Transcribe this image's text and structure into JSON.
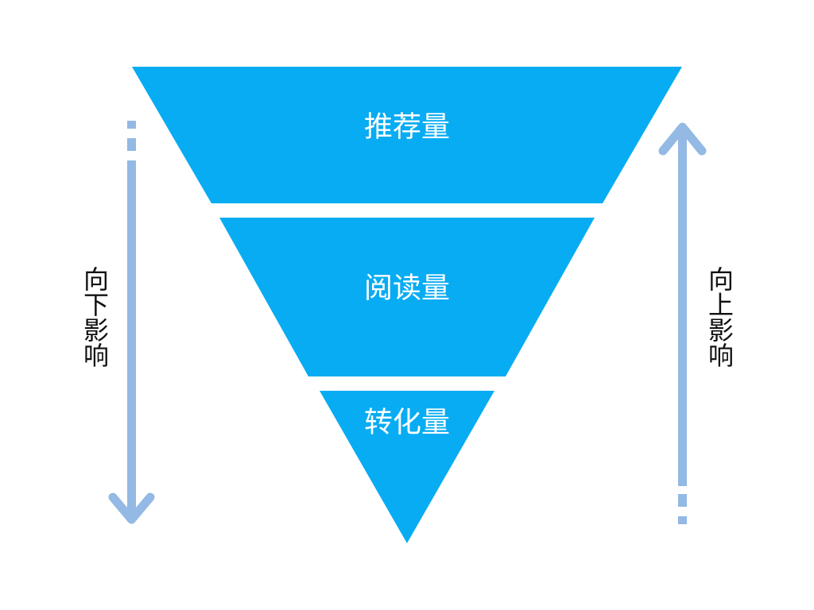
{
  "funnel": {
    "color": "#08acf3",
    "label_color": "#ffffff",
    "layers": [
      {
        "label": "推荐量"
      },
      {
        "label": "阅读量"
      },
      {
        "label": "转化量"
      }
    ]
  },
  "left_arrow": {
    "direction": "down",
    "color": "#93b9e4",
    "label_chars": [
      "向",
      "下",
      "影",
      "响"
    ]
  },
  "right_arrow": {
    "direction": "up",
    "color": "#93b9e4",
    "label_chars": [
      "向",
      "上",
      "影",
      "响"
    ]
  }
}
